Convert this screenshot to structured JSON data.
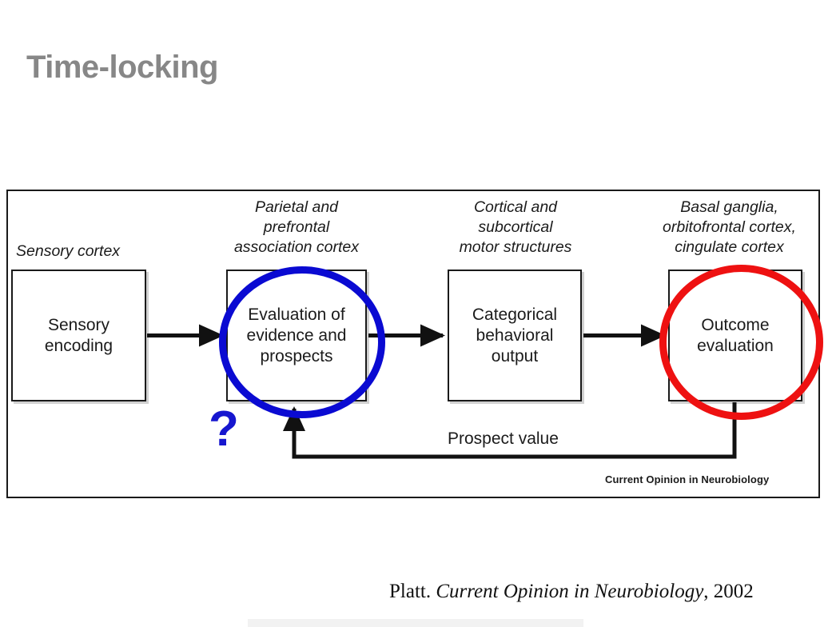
{
  "slide": {
    "title": "Time-locking",
    "title_color": "#878787",
    "background": "#ffffff"
  },
  "figure": {
    "journal_credit": "Current Opinion in Neurobiology",
    "feedback_label": "Prospect value",
    "question_mark": "?",
    "highlight_colors": {
      "blue_ring": "#0a0ad2",
      "red_ring": "#ee1111",
      "question_mark": "#1616cf"
    },
    "captions": [
      "Sensory cortex",
      "Parietal and\nprefrontal\nassociation cortex",
      "Cortical and\nsubcortical\nmotor structures",
      "Basal ganglia,\norbitofrontal cortex,\ncingulate cortex"
    ],
    "boxes": [
      "Sensory\nencoding",
      "Evaluation of\nevidence and\nprospects",
      "Categorical\nbehavioral\noutput",
      "Outcome\nevaluation"
    ]
  },
  "citation": {
    "author": "Platt.",
    "journal": "Current Opinion in Neurobiology",
    "year": ", 2002"
  }
}
